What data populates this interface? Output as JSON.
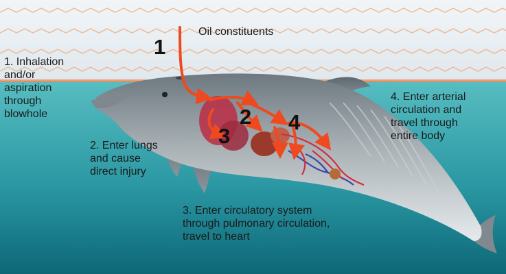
{
  "labels": {
    "oil": "Oil constituents",
    "step1": "1. Inhalation\nand/or\naspiration\nthrough\nblowhole",
    "step2": "2. Enter lungs\nand cause\ndirect injury",
    "step3": "3. Enter circulatory system\nthrough pulmonary circulation,\ntravel to heart",
    "step4": "4. Enter arterial\ncirculation and\ntravel through\nentire body"
  },
  "numbers": {
    "n1": "1",
    "n2": "2",
    "n3": "3",
    "n4": "4"
  },
  "colors": {
    "sky": "#dfe9ef",
    "oil_sheen": "#f0b48c",
    "water_top": "#4fb3b8",
    "water_bottom": "#0f6d7c",
    "dolphin_body": "#a7afb3",
    "dolphin_belly": "#e4e8ea",
    "arrow": "#ef4a1f",
    "lungs": "#b8334a",
    "heart": "#9a3a2a",
    "vessels_red": "#d2303f",
    "vessels_blue": "#3a4aa8"
  },
  "icons": [
    "dolphin-illustration",
    "oil-sheen",
    "flow-arrows",
    "lungs",
    "heart",
    "blood-vessels"
  ]
}
